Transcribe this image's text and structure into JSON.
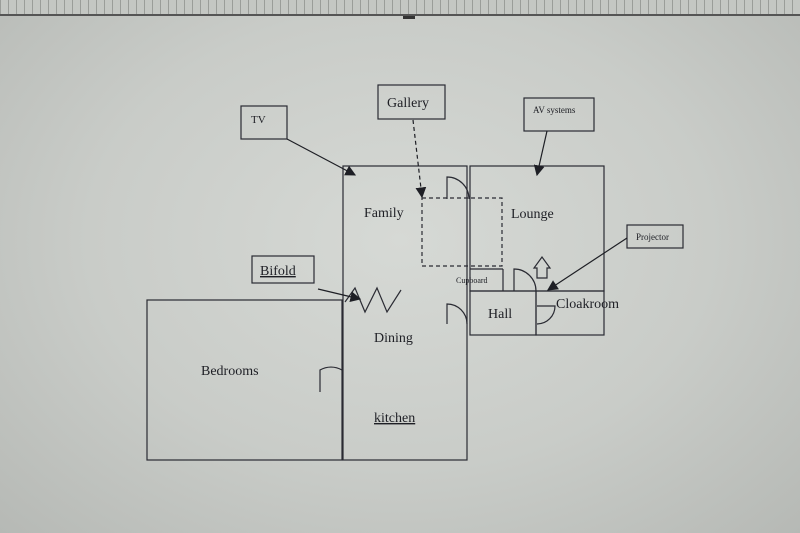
{
  "rooms": {
    "family": "Family",
    "lounge": "Lounge",
    "dining": "Dining",
    "kitchen": "kitchen",
    "bedrooms": "Bedrooms",
    "hall": "Hall",
    "cloakroom": "Cloakroom",
    "cupboard": "Cupboard"
  },
  "callouts": {
    "tv": "TV",
    "gallery": "Gallery",
    "av_systems": "AV systems",
    "bifold": "Bifold",
    "projector": "Projector"
  }
}
